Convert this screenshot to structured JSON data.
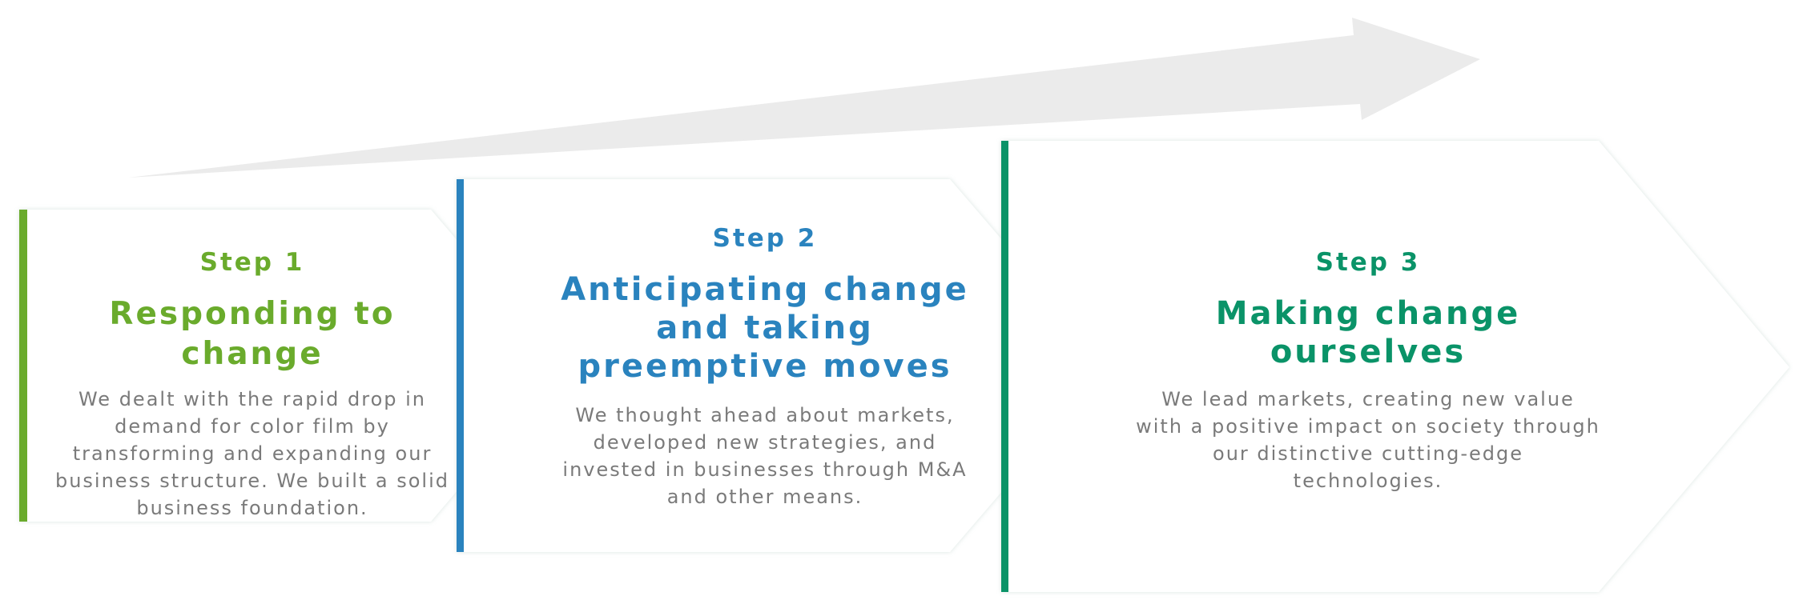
{
  "colors": {
    "step1_accent": "#6aab2c",
    "step2_accent": "#2a83be",
    "step3_accent": "#0a9368",
    "progress_arrow": "#ebebeb",
    "description_text": "#7a7a7a",
    "box_fill": "#ffffff",
    "box_shadow": "#e4ecea"
  },
  "steps": [
    {
      "label": "Step 1",
      "title": "Responding to change",
      "description": "We dealt with the rapid drop in demand for color film by transforming and expanding our business structure. We built a solid business foundation."
    },
    {
      "label": "Step 2",
      "title": "Anticipating change and taking preemptive moves",
      "description": "We thought ahead about markets, developed new strategies, and invested in businesses through M&A and other means."
    },
    {
      "label": "Step 3",
      "title": "Making change ourselves",
      "description": "We lead markets, creating new value with a positive impact on society through our distinctive cutting-edge technologies."
    }
  ]
}
